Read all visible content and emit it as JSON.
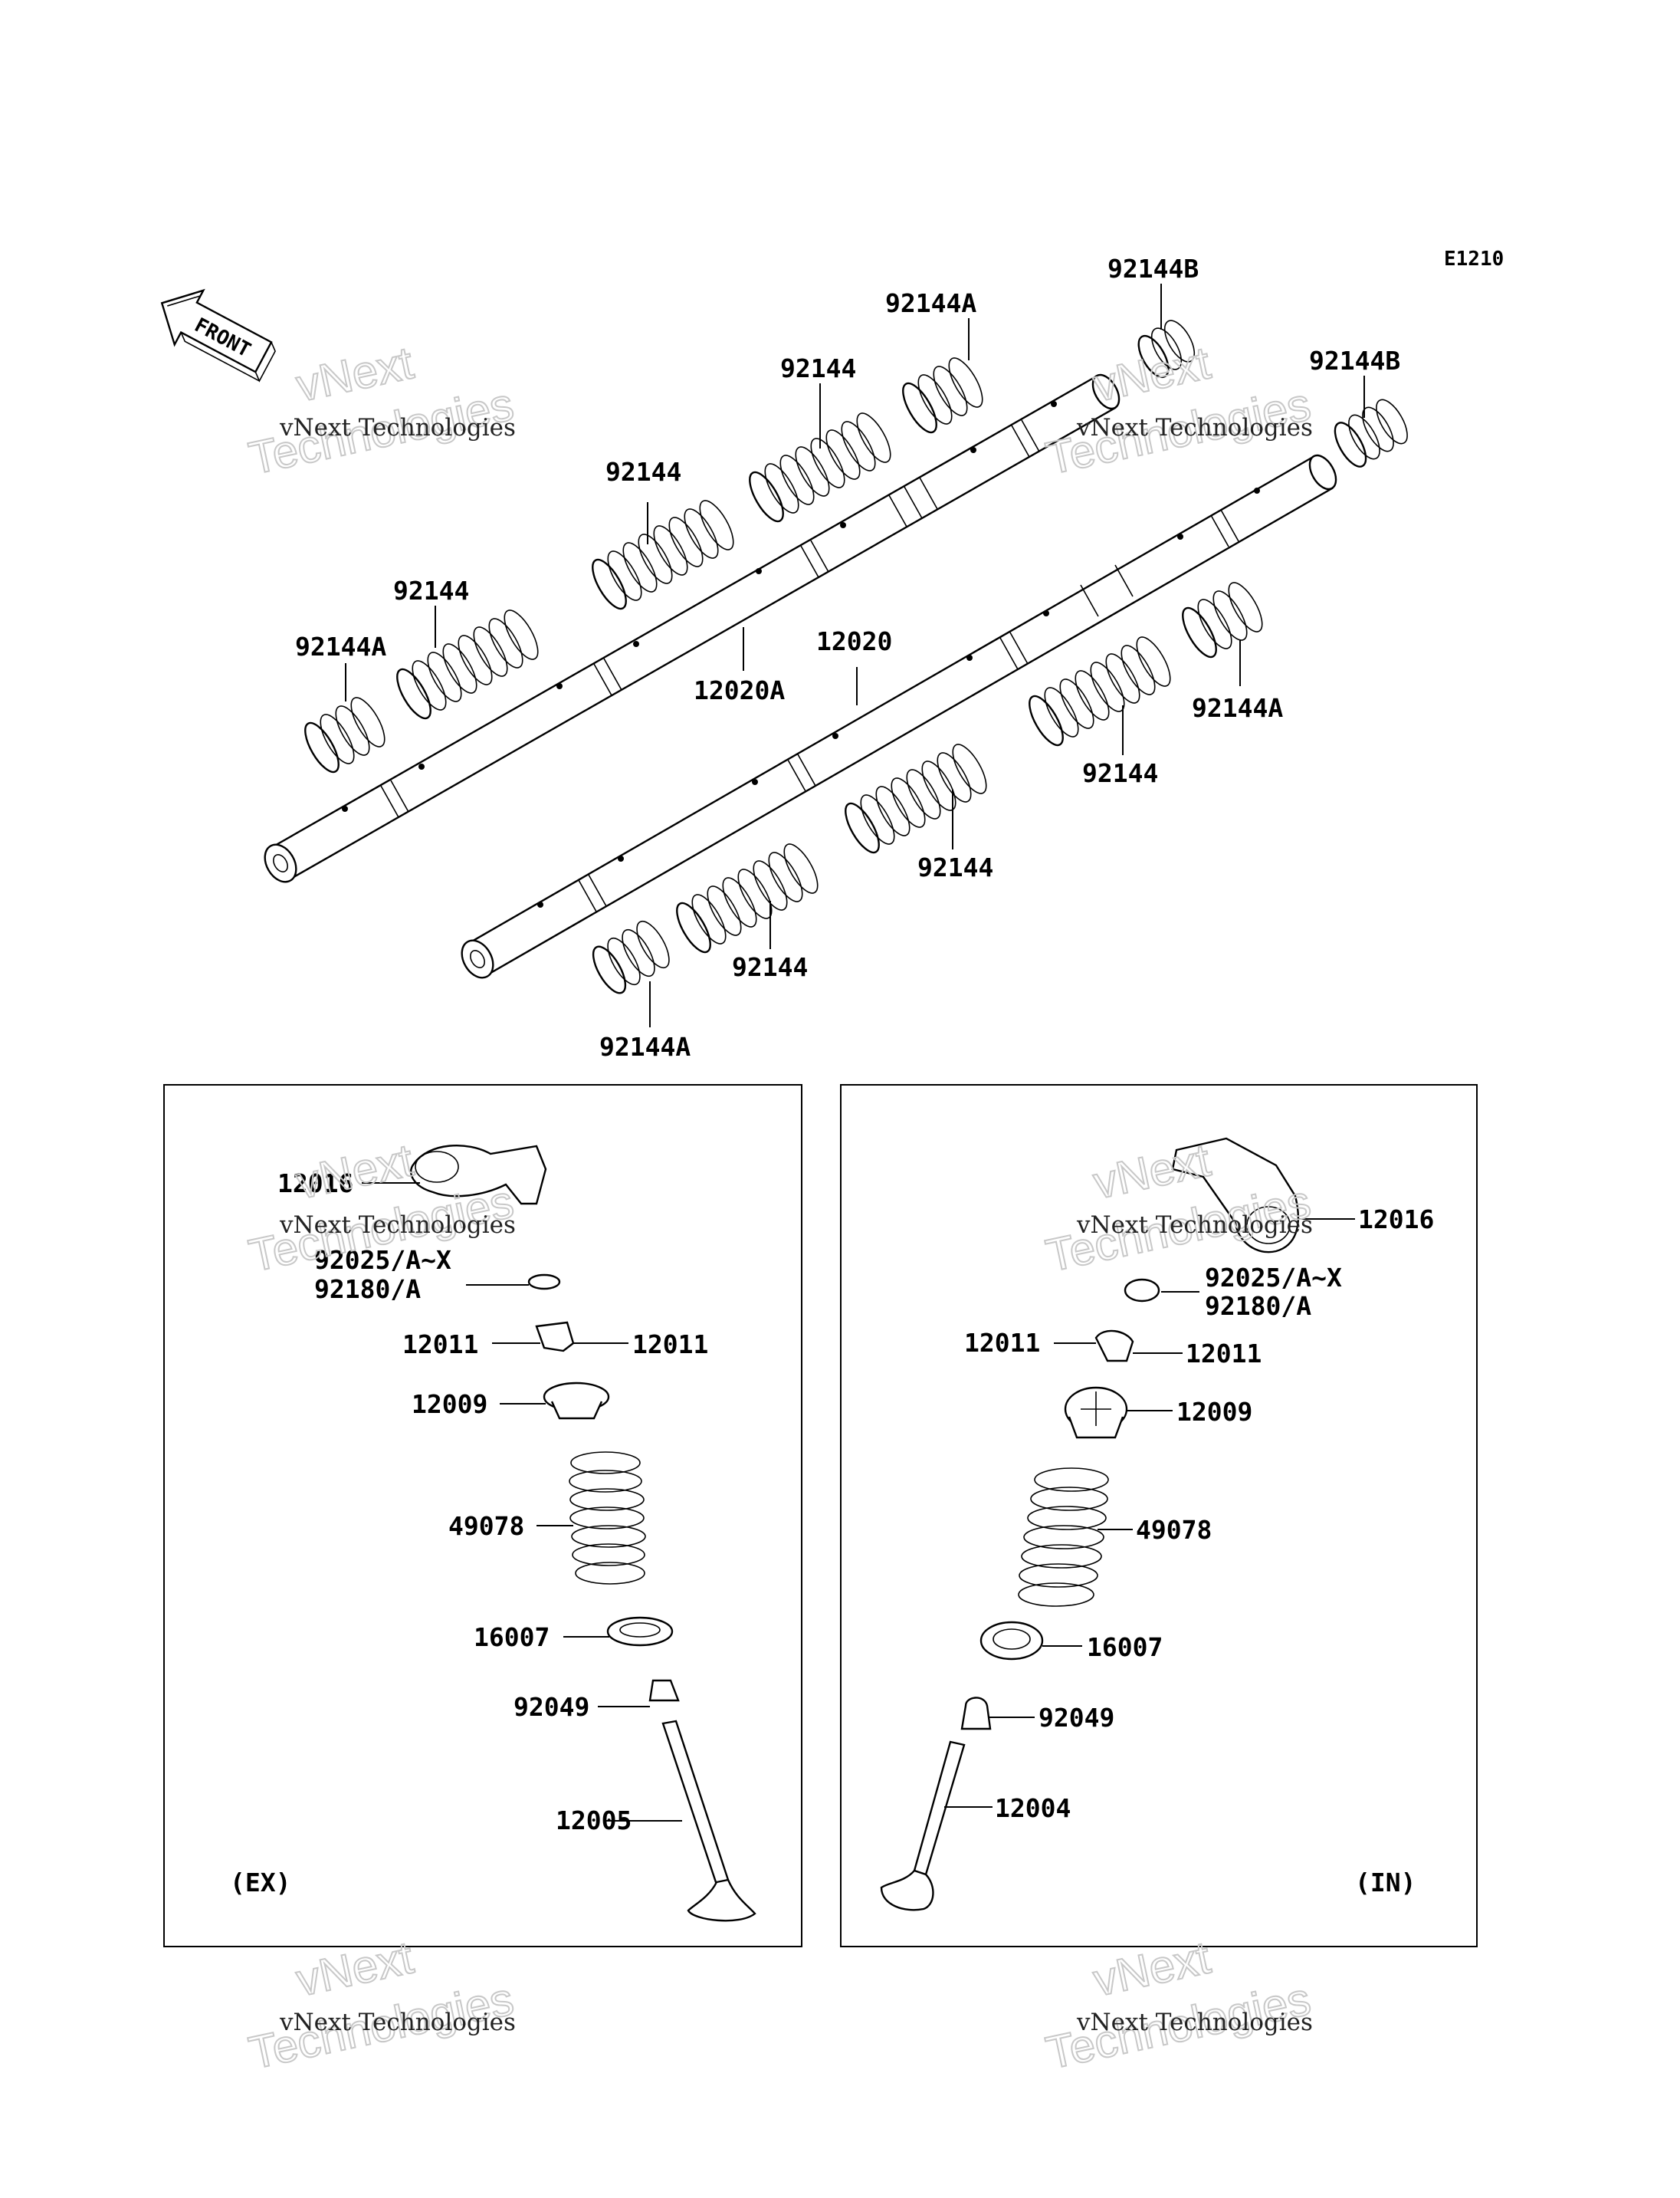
{
  "diagram_code": "E1210",
  "front_label": "FRONT",
  "watermark": {
    "line1": "vNext Technologies",
    "line2": "Technologies",
    "line3": "vNext"
  },
  "top_labels": {
    "l_92144A_a": "92144A",
    "l_92144_a": "92144",
    "l_92144_b": "92144",
    "l_92144_c": "92144",
    "l_92144A_b": "92144A",
    "l_92144B_a": "92144B",
    "l_92144B_b": "92144B",
    "l_12020A": "12020A",
    "l_12020": "12020",
    "l_92144A_c": "92144A",
    "l_92144_d": "92144",
    "l_92144_e": "92144",
    "l_92144_f": "92144",
    "l_92144A_d": "92144A"
  },
  "ex_panel": {
    "label": "(EX)",
    "parts": {
      "rocker": "12016",
      "shim1": "92025/A~X",
      "shim2": "92180/A",
      "cotter_l": "12011",
      "cotter_r": "12011",
      "retainer": "12009",
      "spring": "49078",
      "seat": "16007",
      "seal": "92049",
      "valve": "12005"
    }
  },
  "in_panel": {
    "label": "(IN)",
    "parts": {
      "rocker": "12016",
      "shim1": "92025/A~X",
      "shim2": "92180/A",
      "cotter_l": "12011",
      "cotter_r": "12011",
      "retainer": "12009",
      "spring": "49078",
      "seat": "16007",
      "seal": "92049",
      "valve": "12004"
    }
  }
}
